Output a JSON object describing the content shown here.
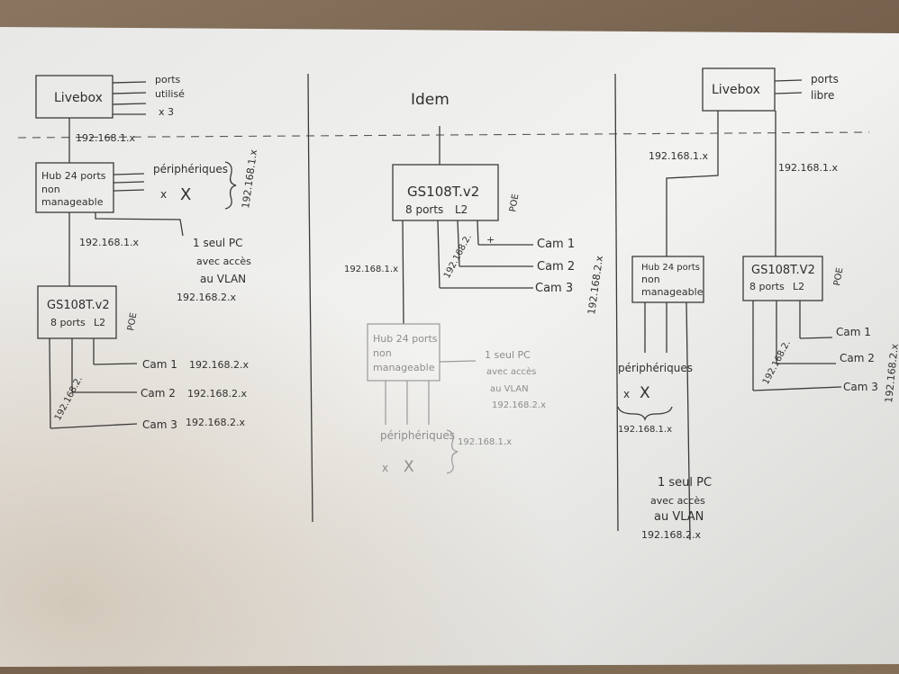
{
  "idem": "Idem",
  "left": {
    "livebox": "Livebox",
    "ports1": "ports",
    "ports2": "utilisé",
    "ports3": "x 3",
    "ip_top": "192.168.1.x",
    "hub1": "Hub 24 ports",
    "hub2": "non",
    "hub3": "manageable",
    "periph": "périphériques",
    "periph_x": "x",
    "periph_X": "X",
    "ip_side": "192.168.1.x",
    "ip_mid": "192.168.1.x",
    "pc1": "1 seul PC",
    "pc2": "avec accès",
    "pc3": "au VLAN",
    "pc4": "192.168.2.x",
    "gs1": "GS108T.v2",
    "gs2": "8 ports",
    "gs3": "L2",
    "poe": "POE",
    "ip_diag": "192.168.2.",
    "cam1": "Cam 1",
    "cam1ip": "192.168.2.x",
    "cam2": "Cam 2",
    "cam2ip": "192.168.2.x",
    "cam3": "Cam 3",
    "cam3ip": "192.168.2.x"
  },
  "middle": {
    "gs1": "GS108T.v2",
    "gs2": "8 ports",
    "gs3": "L2",
    "poe": "POE",
    "ip_diag": "192.168.2.",
    "plus": "+",
    "cam1": "Cam 1",
    "cam2": "Cam 2",
    "cam3": "Cam 3",
    "ip_right": "192.168.2.x",
    "ip_left": "192.168.1.x",
    "hub1": "Hub 24 ports",
    "hub2": "non",
    "hub3": "manageable",
    "pc1": "1 seul PC",
    "pc2": "avec accès",
    "pc3": "au VLAN",
    "pc4": "192.168.2.x",
    "periph": "périphériques",
    "periph_x": "x",
    "periph_X": "X",
    "periph_ip": "192.168.1.x"
  },
  "right": {
    "livebox": "Livebox",
    "ports1": "ports",
    "ports2": "libre",
    "ip_a": "192.168.1.x",
    "ip_b": "192.168.1.x",
    "hub1": "Hub 24 ports",
    "hub2": "non",
    "hub3": "manageable",
    "gs1": "GS108T.V2",
    "gs2": "8 ports",
    "gs3": "L2",
    "poe": "POE",
    "ip_diag": "192.168.2.",
    "cam1": "Cam 1",
    "cam2": "Cam 2",
    "cam3": "Cam 3",
    "cam_ip": "192.168.2.x",
    "periph": "périphériques",
    "periph_x": "x",
    "periph_X": "X",
    "periph_ip": "192.168.1.x",
    "pc1": "1 seul PC",
    "pc2": "avec accès",
    "pc3": "au VLAN",
    "pc4": "192.168.2.x"
  }
}
